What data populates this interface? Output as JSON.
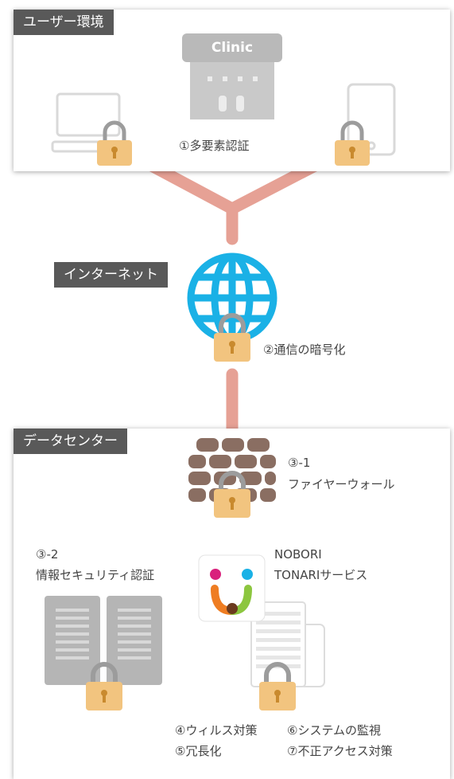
{
  "user_env": {
    "tag": "ユーザー環境",
    "building_sign": "Clinic",
    "caption": "①多要素認証"
  },
  "internet": {
    "tag": "インターネット",
    "caption": "②通信の暗号化"
  },
  "datacenter": {
    "tag": "データセンター",
    "firewall_number": "③-1",
    "firewall_label": "ファイヤーウォール",
    "cert_number": "③-2",
    "cert_label": "情報セキュリティ認証",
    "service_line1": "NOBORI",
    "service_line2": "TONARIサービス",
    "measures": [
      "④ウィルス対策",
      "⑤冗長化",
      "⑥システムの監視",
      "⑦不正アクセス対策"
    ]
  },
  "colors": {
    "connector": "#e6a195",
    "lock_body": "#f2c47f",
    "lock_shackle": "#9c9c9c",
    "globe": "#1ab1e6",
    "brick": "#8a6e62",
    "tag_bg": "#595959"
  }
}
